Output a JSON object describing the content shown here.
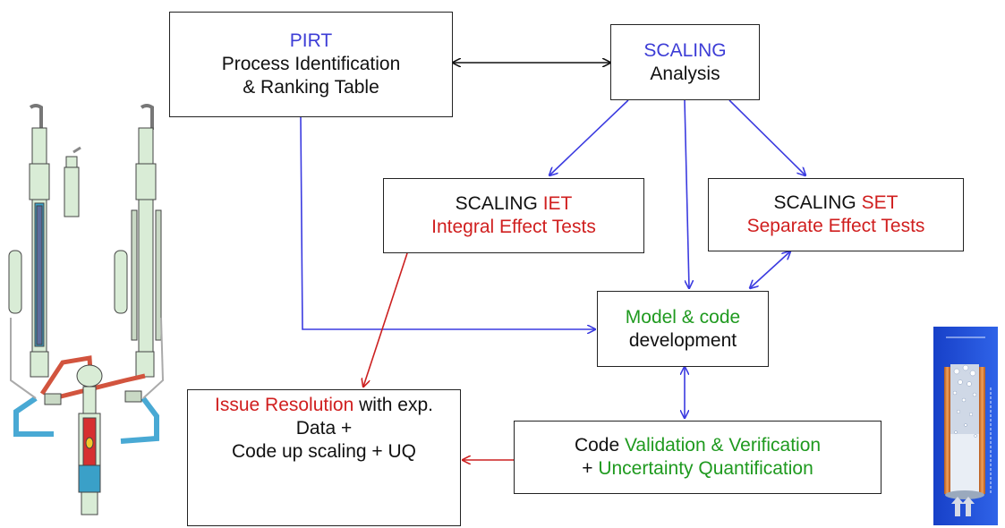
{
  "boxes": {
    "pirt": {
      "title": "PIRT",
      "line1": "Process Identification",
      "line2": "& Ranking Table"
    },
    "scaling": {
      "title": "SCALING",
      "line1": "Analysis"
    },
    "iet": {
      "prefix": "SCALING",
      "acronym": "IET",
      "line2": "Integral Effect Tests"
    },
    "set": {
      "prefix": "SCALING",
      "acronym": "SET",
      "line2": "Separate Effect Tests"
    },
    "model": {
      "line1": "Model & code",
      "line2": "development"
    },
    "validation": {
      "line1_prefix": "Code",
      "line1_highlight": "Validation & Verification",
      "line2_prefix": "+",
      "line2_highlight": "Uncertainty Quantification"
    },
    "issue": {
      "highlight": "Issue Resolution",
      "suffix": "with exp.",
      "line2": "Data +",
      "line3": "Code up scaling + UQ"
    }
  },
  "colors": {
    "blue_text": "#3d3dd6",
    "red_text": "#d01f1f",
    "green_text": "#1f9a1f",
    "blue_arrow": "#3b3be0",
    "red_arrow": "#cc2020",
    "black_arrow": "#111111"
  },
  "illustrations": {
    "left": "reactor-loop-schematic",
    "right": "boiling-channel-tube"
  }
}
